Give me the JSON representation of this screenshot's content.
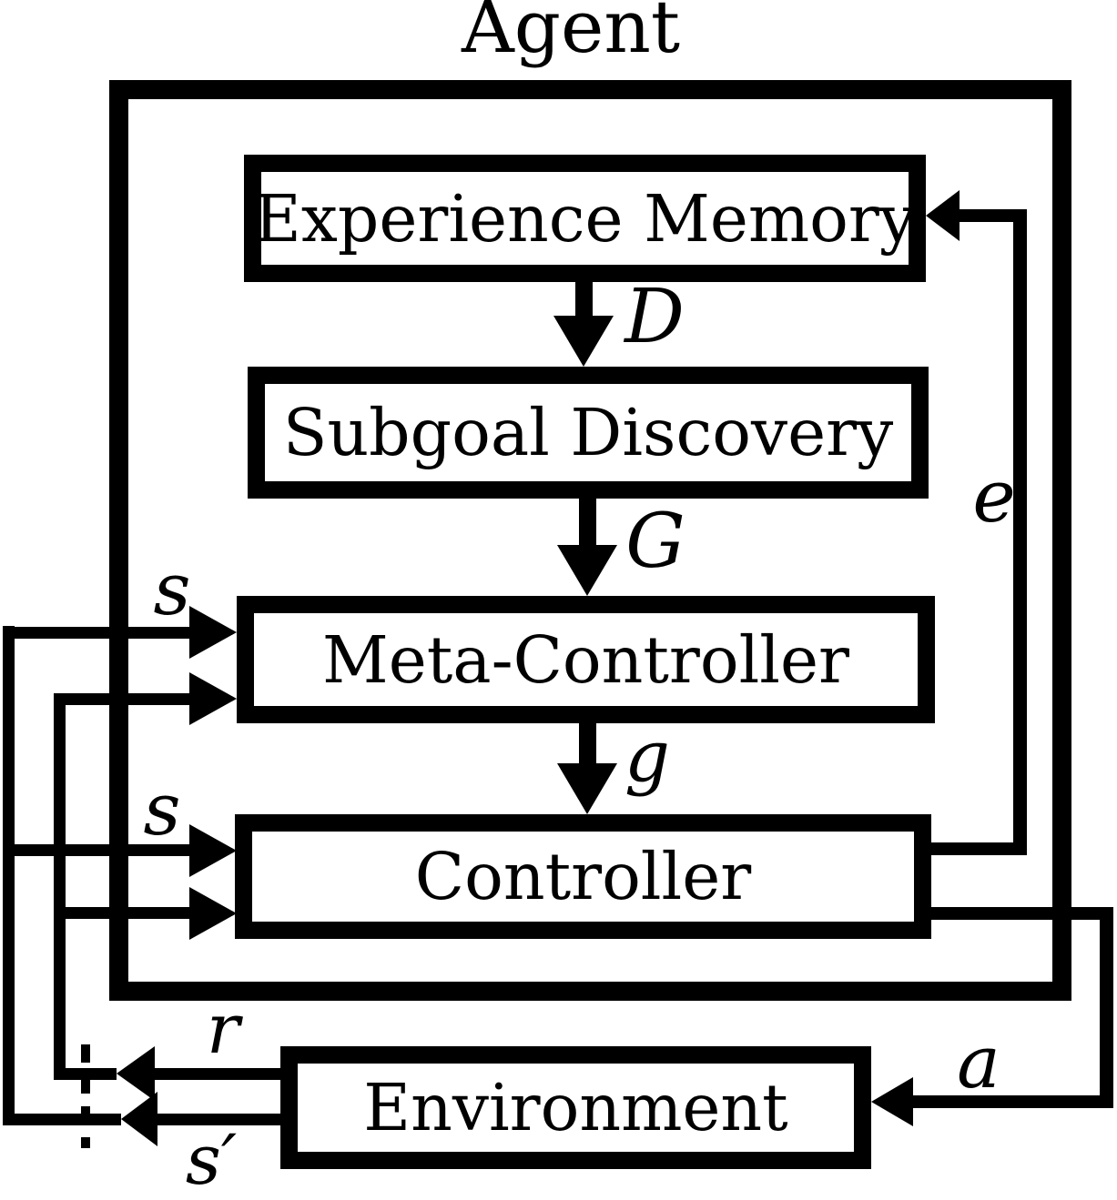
{
  "title": "Agent",
  "boxes": {
    "experience_memory": "Experience Memory",
    "subgoal_discovery": "Subgoal Discovery",
    "meta_controller": "Meta-Controller",
    "controller": "Controller",
    "environment": "Environment"
  },
  "edge_labels": {
    "dataset": "D",
    "subgoal_set": "G",
    "subgoal": "g",
    "experience": "e",
    "state_to_meta_controller": "s",
    "state_to_controller": "s",
    "reward": "r",
    "next_state": "s′",
    "action": "a"
  },
  "edges": [
    {
      "from": "Experience Memory",
      "to": "Subgoal Discovery",
      "label": "D"
    },
    {
      "from": "Subgoal Discovery",
      "to": "Meta-Controller",
      "label": "G"
    },
    {
      "from": "Meta-Controller",
      "to": "Controller",
      "label": "g"
    },
    {
      "from": "Controller",
      "to": "Experience Memory",
      "label": "e"
    },
    {
      "from": "Controller",
      "to": "Environment",
      "label": "a"
    },
    {
      "from": "Environment",
      "to": "Meta-Controller",
      "label": "s"
    },
    {
      "from": "Environment",
      "to": "Controller",
      "label": "s"
    },
    {
      "from": "Environment",
      "to": "agent",
      "label": "r"
    },
    {
      "from": "Environment",
      "to": "agent",
      "label": "s′"
    }
  ],
  "colors": {
    "line": "#000000",
    "background": "#ffffff",
    "text": "#000000"
  }
}
